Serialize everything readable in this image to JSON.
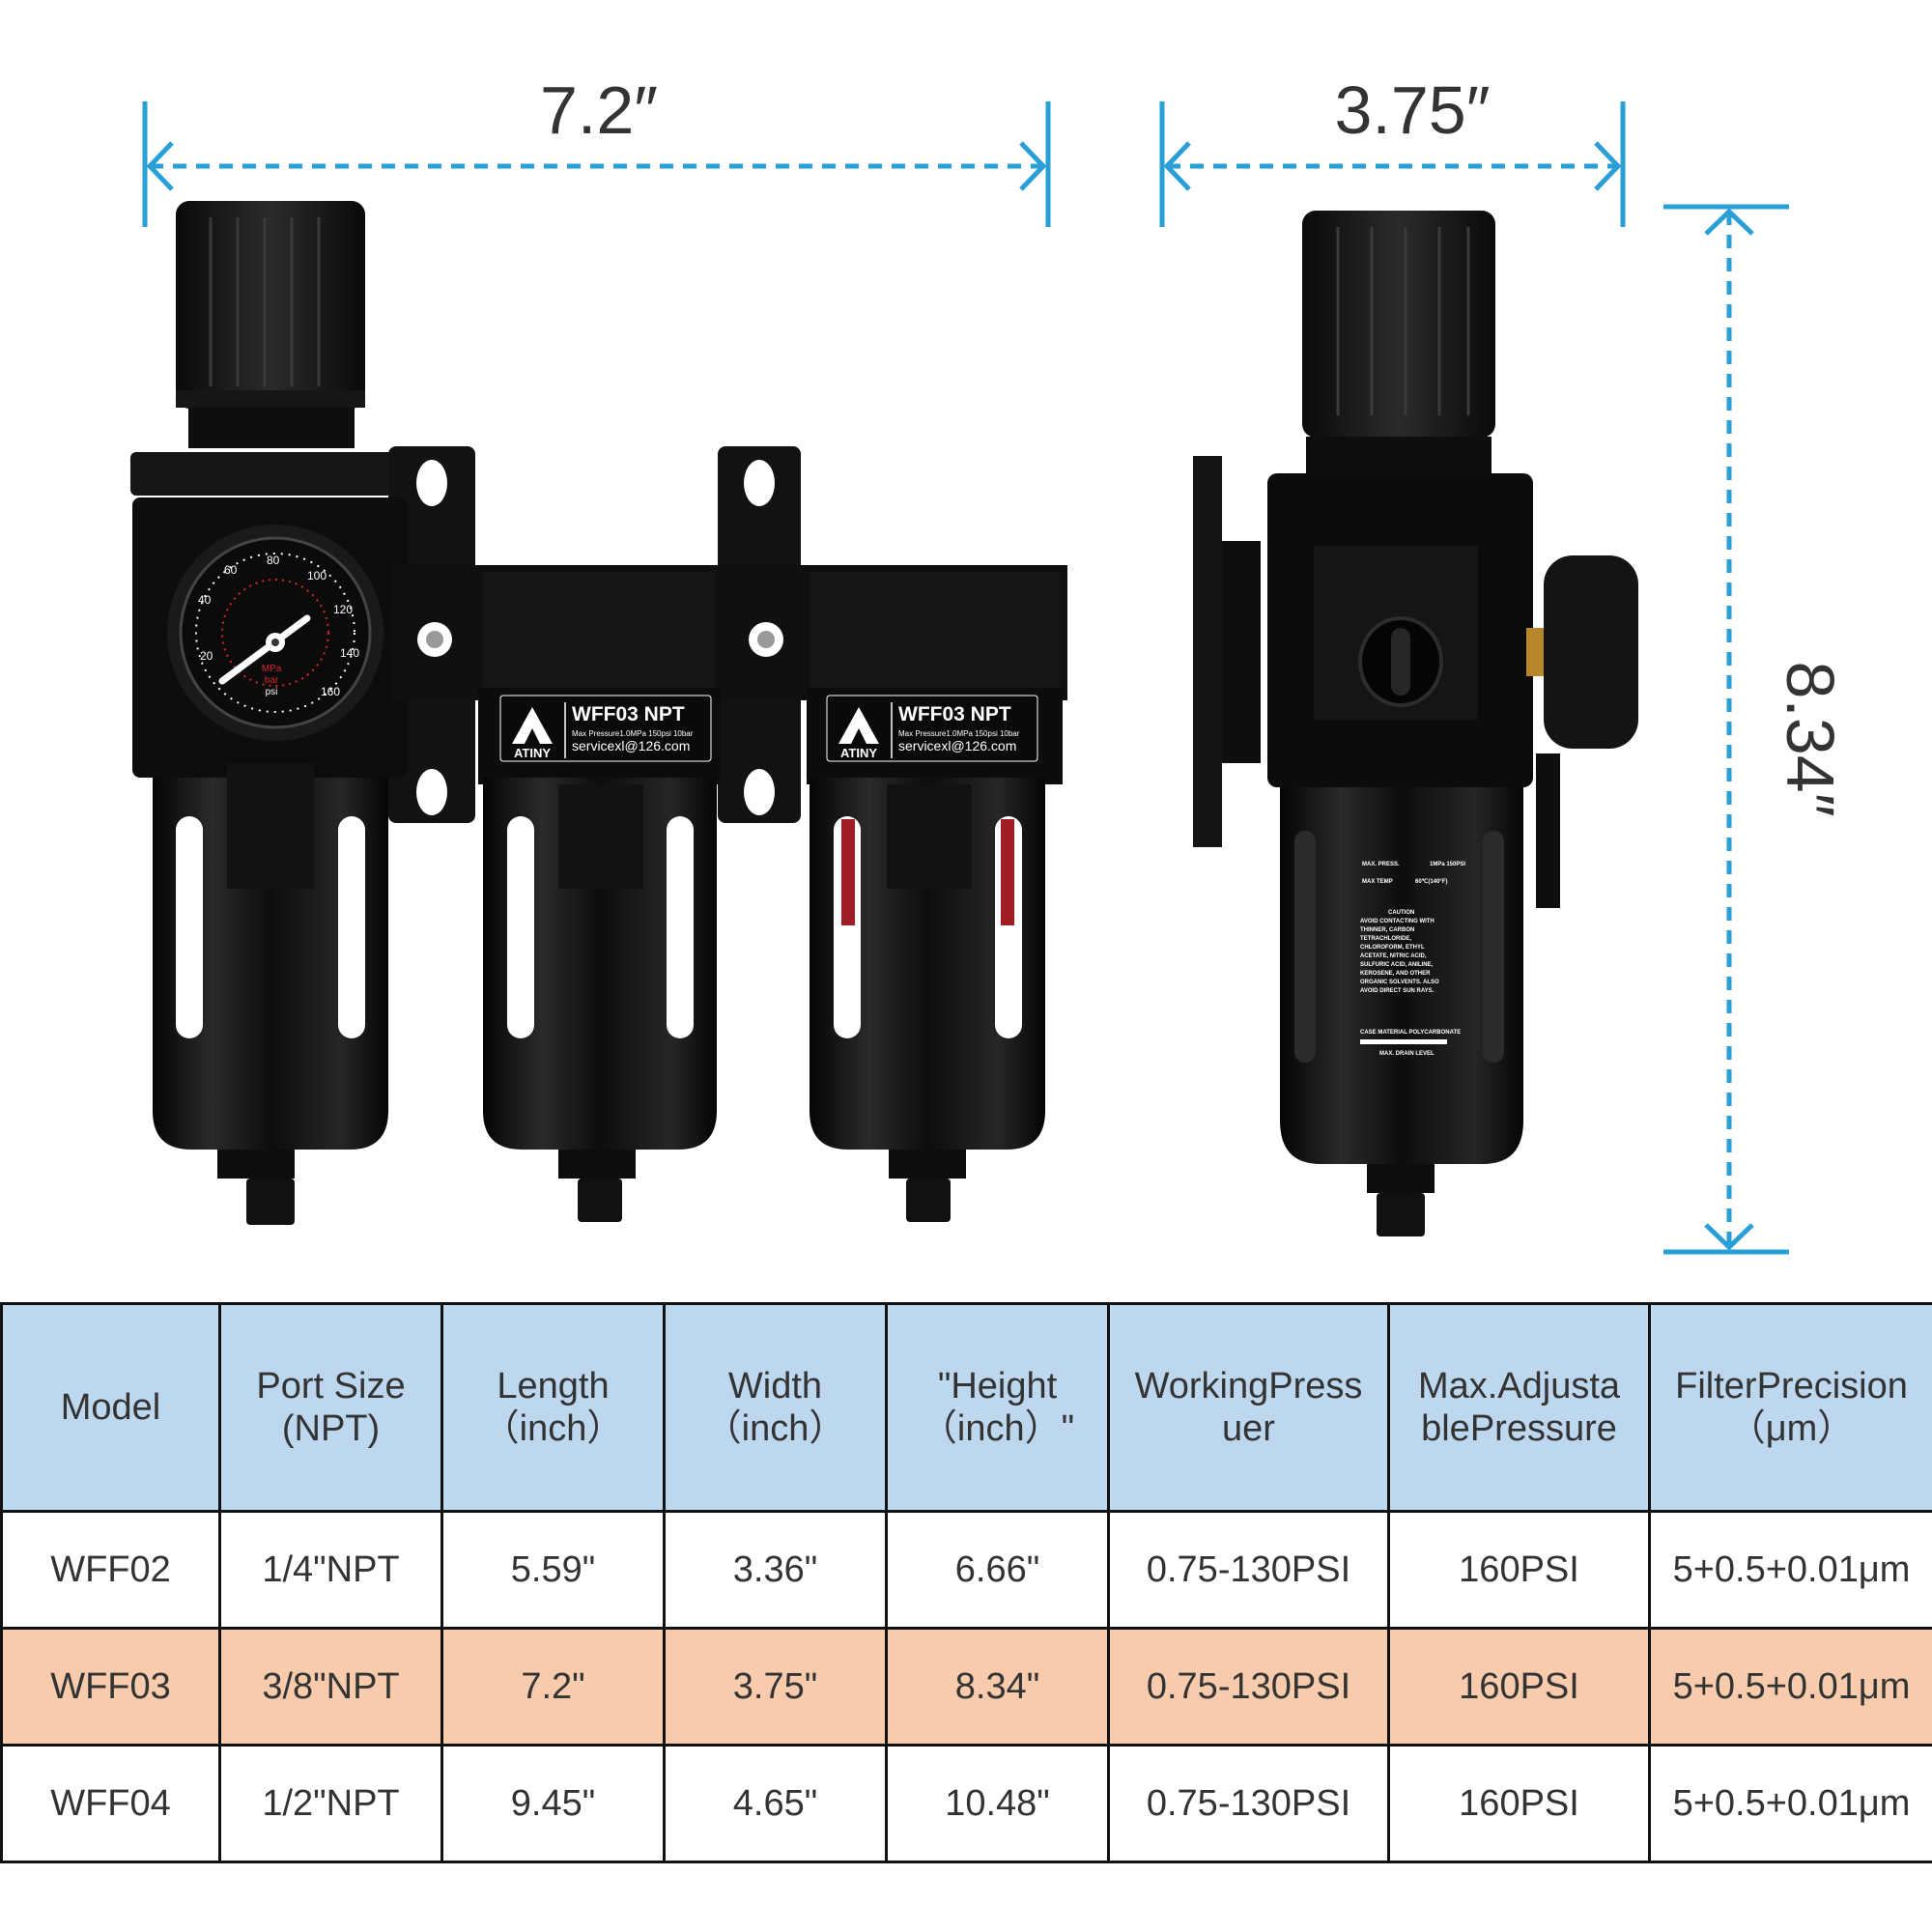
{
  "dimensions": {
    "length": "7.2″",
    "width": "3.75″",
    "height": "8.34″"
  },
  "product_labels": [
    {
      "brand": "ATINY",
      "model": "WFF03 NPT",
      "spec": "Max Pressure1.0MPa 150psi 10bar",
      "email": "servicexl@126.com"
    },
    {
      "brand": "ATINY",
      "model": "WFF03 NPT",
      "spec": "Max Pressure1.0MPa 150psi 10bar",
      "email": "servicexl@126.com"
    }
  ],
  "gauge": {
    "units": [
      "MPa",
      "bar",
      "psi"
    ],
    "psi_ticks": [
      "20",
      "40",
      "60",
      "80",
      "100",
      "120",
      "140",
      "160"
    ]
  },
  "side_label": {
    "max_press": "MAX. PRESS.",
    "max_press_value": "1MPa 150PSI",
    "max_temp": "MAX TEMP",
    "max_temp_value": "60℃(140°F)",
    "caution_title": "CAUTION",
    "caution_text": "AVOID CONTACTING WITH THINNER, CARBON TETRACHLORIDE, CHLOROFORM, ETHYL ACETATE, NITRIC ACID, SULFURIC ACID, ANILINE, KEROSENE, AND OTHER ORGANIC SOLVENTS. ALSO AVOID DIRECT SUN RAYS.",
    "case_material": "CASE MATERIAL POLYCARBONATE",
    "drain_level": "MAX. DRAIN LEVEL"
  },
  "colors": {
    "dimension_line": "#2a9fd6",
    "header_bg": "#bdd7ee",
    "highlight_row": "#f8cbad",
    "product_body": "#111111"
  },
  "table": {
    "headers": [
      "Model",
      "Port Size\n(NPT)",
      "Length\n（inch）",
      "Width\n（inch）",
      "\"Height\n（inch）\"",
      "WorkingPress\nuer",
      "Max.Adjusta\nblePressure",
      "FilterPrecision\n（μm）"
    ],
    "rows": [
      [
        "WFF02",
        "1/4\"NPT",
        "5.59\"",
        "3.36\"",
        "6.66\"",
        "0.75-130PSI",
        "160PSI",
        "5+0.5+0.01μm"
      ],
      [
        "WFF03",
        "3/8\"NPT",
        "7.2\"",
        "3.75\"",
        "8.34\"",
        "0.75-130PSI",
        "160PSI",
        "5+0.5+0.01μm"
      ],
      [
        "WFF04",
        "1/2\"NPT",
        "9.45\"",
        "4.65\"",
        "10.48\"",
        "0.75-130PSI",
        "160PSI",
        "5+0.5+0.01μm"
      ]
    ],
    "highlighted_row": 1
  }
}
